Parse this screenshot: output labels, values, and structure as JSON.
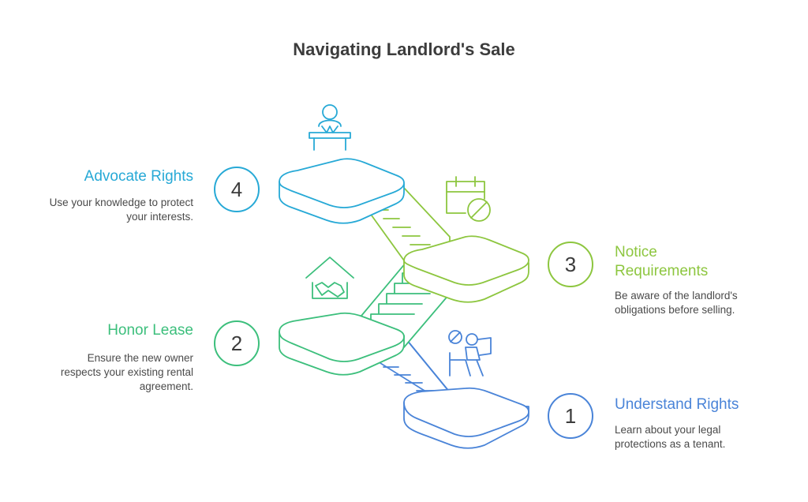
{
  "title": "Navigating Landlord's Sale",
  "colors": {
    "step1": "#4a84d8",
    "step2": "#3cbf7c",
    "step3": "#8dc63f",
    "step4": "#27a9d6"
  },
  "steps": [
    {
      "number": "1",
      "title": "Understand Rights",
      "description": "Learn about your legal protections as a tenant.",
      "icon": "tenant-reading-icon"
    },
    {
      "number": "2",
      "title": "Honor Lease",
      "description": "Ensure the new owner respects your existing rental agreement.",
      "icon": "house-handshake-icon"
    },
    {
      "number": "3",
      "title": "Notice Requirements",
      "description": "Be aware of the landlord's obligations before selling.",
      "icon": "calendar-prohibited-icon"
    },
    {
      "number": "4",
      "title": "Advocate Rights",
      "description": "Use your knowledge to protect your interests.",
      "icon": "speaker-podium-icon"
    }
  ]
}
